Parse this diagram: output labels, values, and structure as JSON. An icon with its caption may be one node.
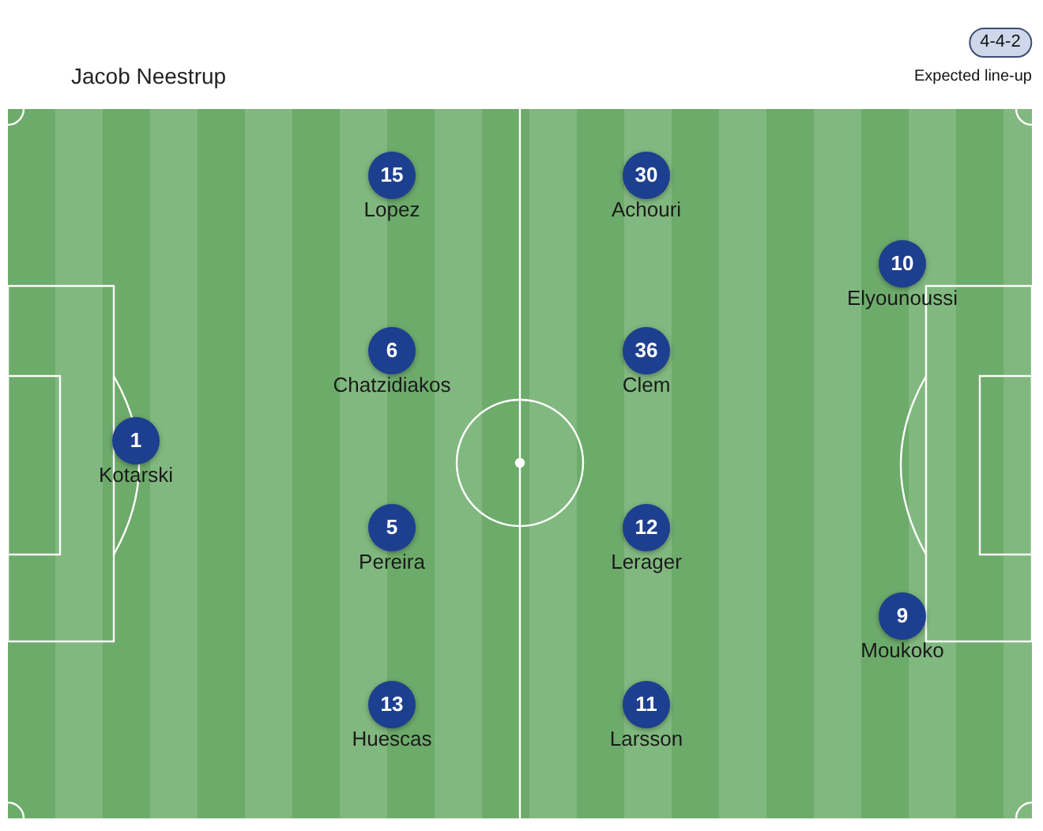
{
  "diagram": {
    "nodes": [
      {
        "text": [
          "4-4-2"
        ],
        "beside": [
          "Expected line-up"
        ]
      },
      {
        "text": [
          "15"
        ],
        "beside": [
          "Lopez"
        ]
      },
      {
        "text": [
          "30"
        ],
        "beside": [
          "Achouri"
        ]
      },
      {
        "text": [
          "10"
        ],
        "beside": [
          "Elyounoussi"
        ]
      },
      {
        "text": [
          "6"
        ],
        "beside": [
          "Chatzidiakos"
        ]
      },
      {
        "text": [
          "36"
        ],
        "beside": [
          "Clem"
        ]
      },
      {
        "text": [
          "1"
        ],
        "beside": [
          "Kotarski"
        ]
      },
      {
        "text": [
          "5"
        ],
        "beside": [
          "Pereira"
        ]
      },
      {
        "text": [
          "12"
        ],
        "beside": [
          "Lerager"
        ]
      },
      {
        "text": [
          "9"
        ],
        "beside": [
          "Moukoko"
        ]
      },
      {
        "text": [
          "13"
        ],
        "beside": [
          "Huescas"
        ]
      },
      {
        "text": [
          "11"
        ],
        "beside": [
          "Larsson"
        ]
      }
    ],
    "labels": [
      "Jacob Neestrup"
    ]
  }
}
